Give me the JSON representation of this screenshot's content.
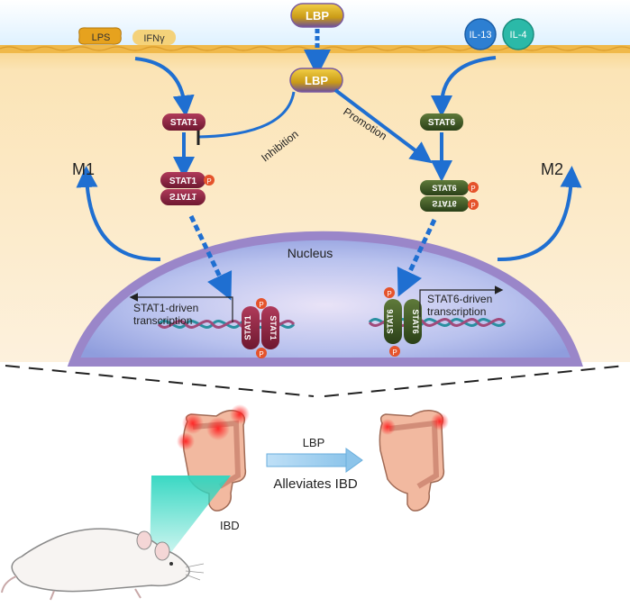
{
  "membrane_top": {
    "lbp_label": "LBP",
    "lps_label": "LPS",
    "ifn_label": "IFNγ",
    "il13_label": "IL-13",
    "il4_label": "IL-4"
  },
  "pathway": {
    "lbp_label": "LBP",
    "inhibition_label": "Inhibition",
    "promotion_label": "Promotion",
    "stat1_label": "STAT1",
    "stat6_label": "STAT6",
    "phospho_label": "P",
    "m1_label": "M1",
    "m2_label": "M2"
  },
  "nucleus": {
    "label": "Nucleus",
    "stat1_transcription_line1": "STAT1-driven",
    "stat1_transcription_line2": "transcription",
    "stat6_transcription_line1": "STAT6-driven",
    "stat6_transcription_line2": "transcription"
  },
  "bottom": {
    "lbp_label": "LBP",
    "alleviates_label": "Alleviates IBD",
    "ibd_label": "IBD"
  },
  "colors": {
    "cytoplasm": "#fbe6c2",
    "membrane": "#f3c15d",
    "nucleus": "#a9b6e8",
    "lbp": "#d9a21a",
    "stat1": "#8e2440",
    "stat6": "#3f5a2a",
    "arrow": "#1f6fd1",
    "phospho": "#e5532b"
  }
}
